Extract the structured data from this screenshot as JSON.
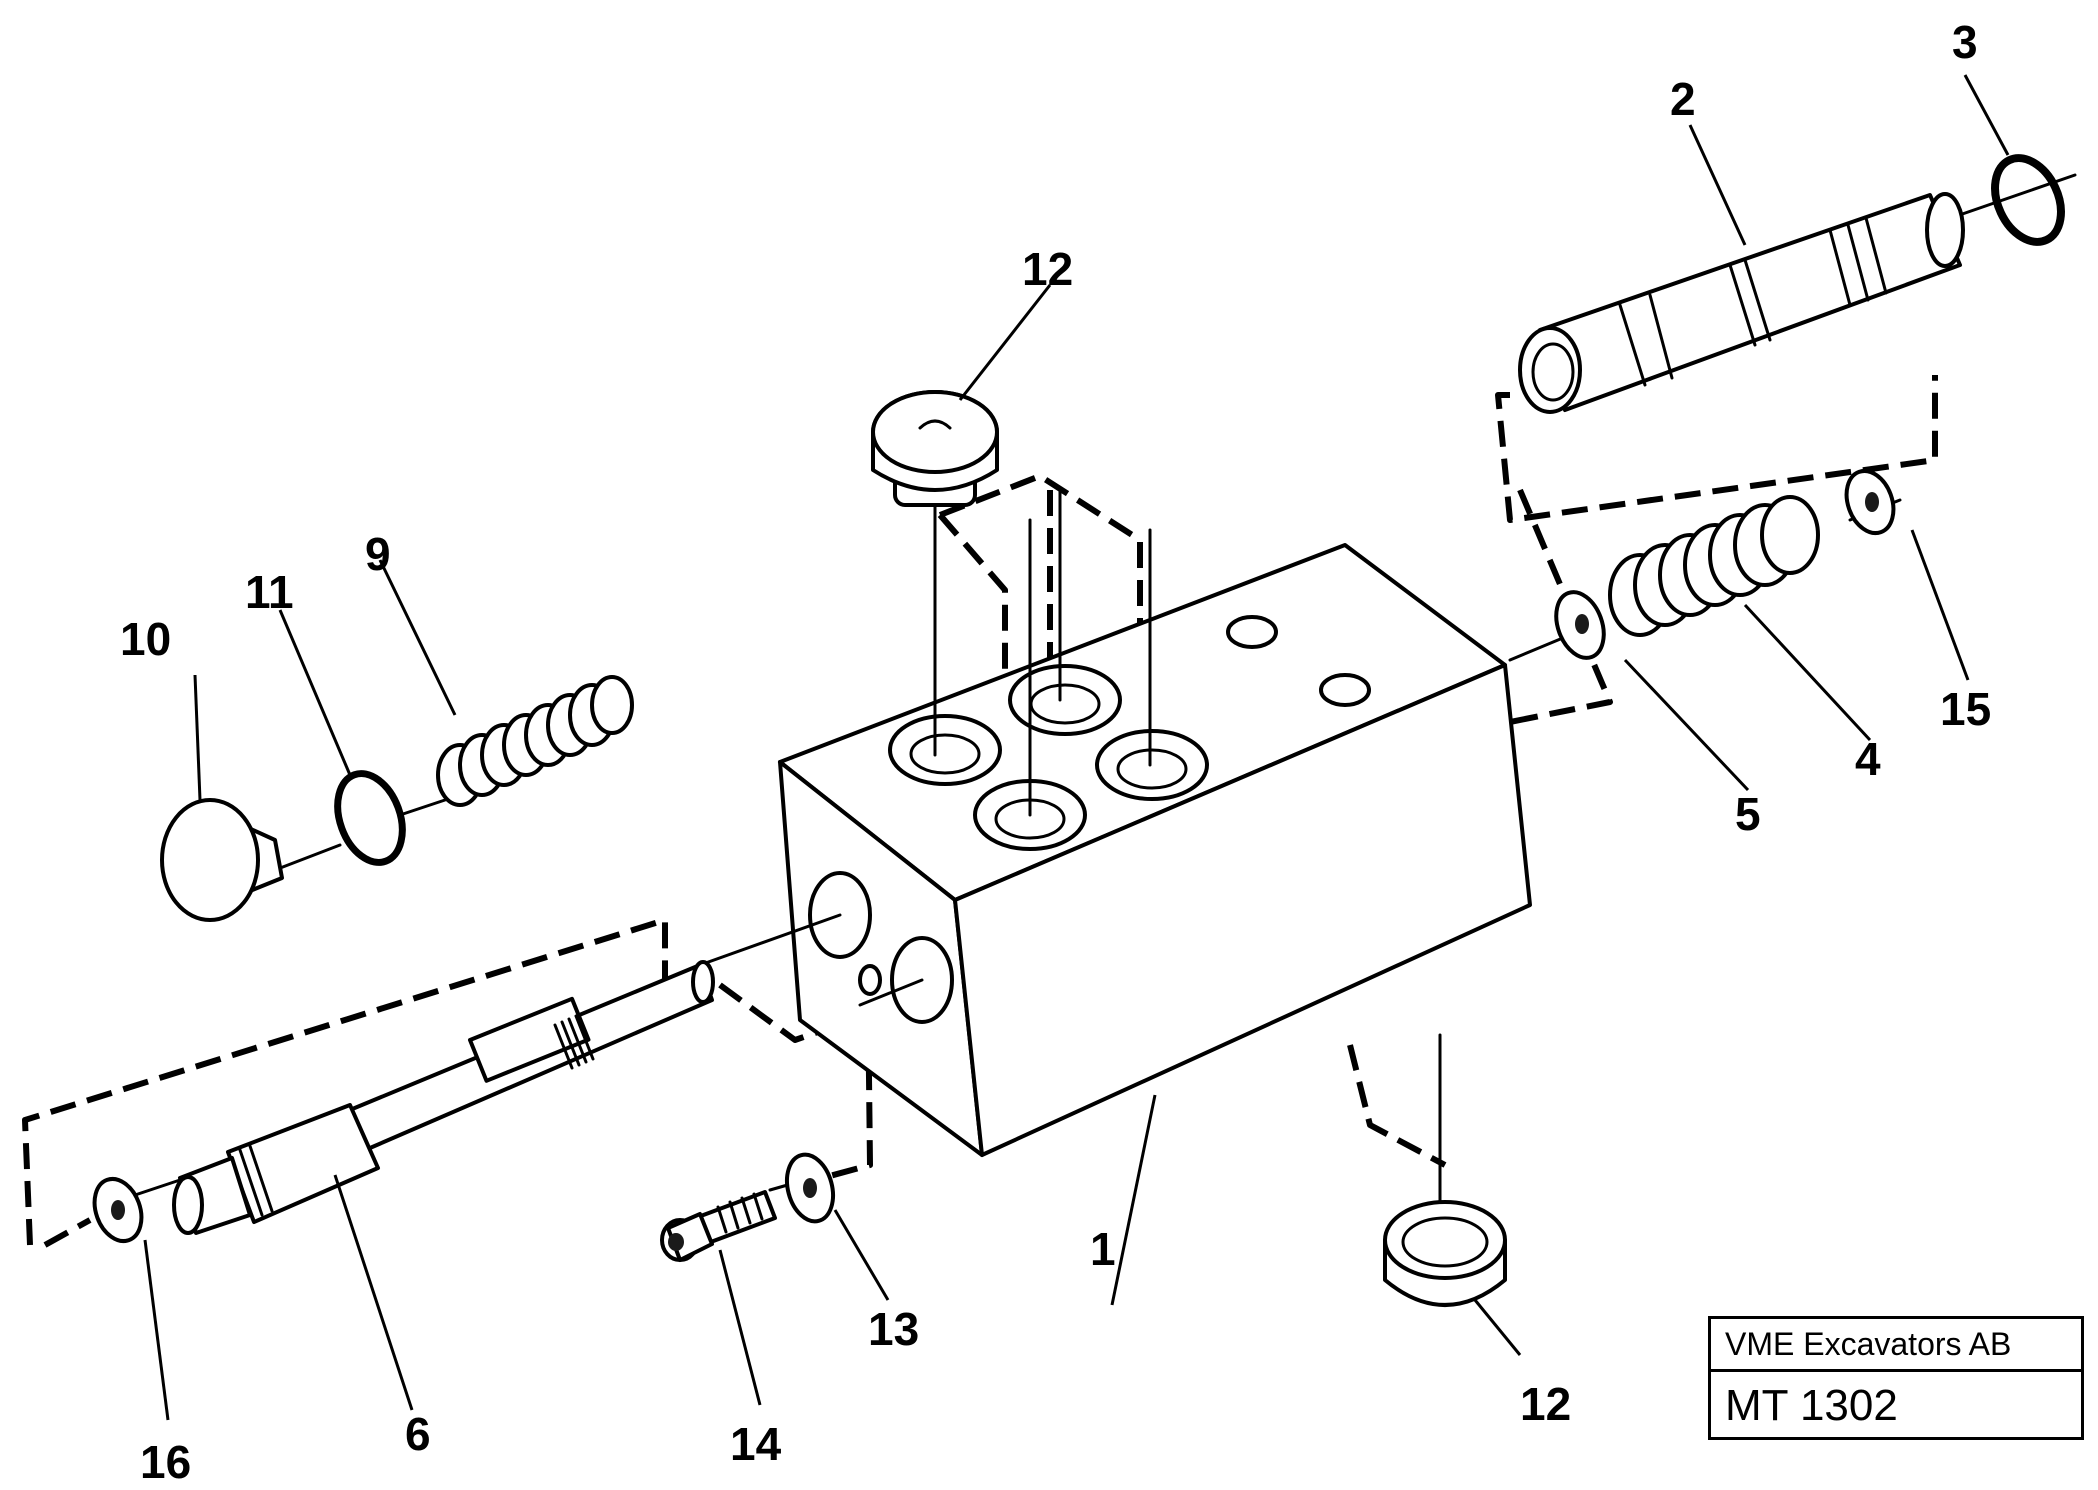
{
  "callouts": [
    {
      "id": "1",
      "label": "1"
    },
    {
      "id": "2",
      "label": "2"
    },
    {
      "id": "3",
      "label": "3"
    },
    {
      "id": "4",
      "label": "4"
    },
    {
      "id": "5",
      "label": "5"
    },
    {
      "id": "6",
      "label": "6"
    },
    {
      "id": "9",
      "label": "9"
    },
    {
      "id": "10",
      "label": "10"
    },
    {
      "id": "11",
      "label": "11"
    },
    {
      "id": "12-top",
      "label": "12"
    },
    {
      "id": "12-bottom",
      "label": "12"
    },
    {
      "id": "13",
      "label": "13"
    },
    {
      "id": "14",
      "label": "14"
    },
    {
      "id": "15",
      "label": "15"
    },
    {
      "id": "16",
      "label": "16"
    }
  ],
  "title_block": {
    "company": "VME Excavators AB",
    "drawing_number": "MT 1302"
  }
}
